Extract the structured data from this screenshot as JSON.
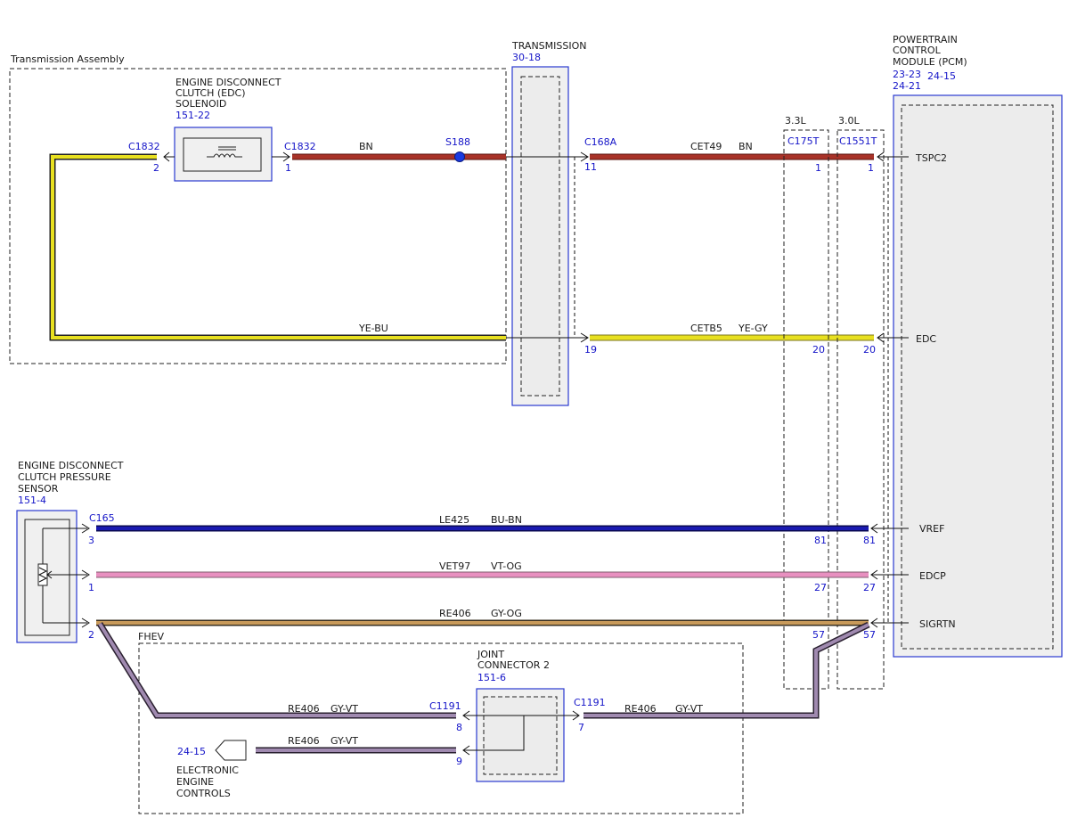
{
  "transmission_assembly": {
    "title": "Transmission Assembly"
  },
  "edc_solenoid": {
    "name_lines": [
      "ENGINE DISCONNECT",
      "CLUTCH (EDC)",
      "SOLENOID"
    ],
    "ref": "151-22",
    "connector_left": "C1832",
    "pin_left": "2",
    "connector_right": "C1832",
    "pin_right": "1"
  },
  "splice": {
    "label": "S188"
  },
  "transmission": {
    "name": "TRANSMISSION",
    "ref": "30-18"
  },
  "pcm": {
    "name_lines": [
      "POWERTRAIN",
      "CONTROL",
      "MODULE (PCM)"
    ],
    "refs": [
      "23-23",
      "24-21",
      "24-15"
    ],
    "pins": [
      "TSPC2",
      "EDC",
      "VREF",
      "EDCP",
      "SIGRTN"
    ]
  },
  "engine_variants": {
    "v33": {
      "label": "3.3L",
      "connector": "C175T"
    },
    "v30": {
      "label": "3.0L",
      "connector": "C1551T"
    }
  },
  "c168a": {
    "label": "C168A",
    "pin_top": "11",
    "pin_bottom": "19"
  },
  "wires": {
    "top_left_color": "BN",
    "top_circuit": "CET49",
    "top_color": "BN",
    "mid_left_color": "YE-BU",
    "mid_circuit": "CETB5",
    "mid_color": "YE-GY",
    "vref_circuit": "LE425",
    "vref_color": "BU-BN",
    "edcp_circuit": "VET97",
    "edcp_color": "VT-OG",
    "sig_circuit": "RE406",
    "sig_color": "GY-OG",
    "fhev_a_circuit": "RE406",
    "fhev_a_color": "GY-VT",
    "fhev_b_circuit": "RE406",
    "fhev_b_color": "GY-VT",
    "fhev_c_circuit": "RE406",
    "fhev_c_color": "GY-VT"
  },
  "pins": {
    "tspc_33": "1",
    "tspc_30": "1",
    "edc_33": "20",
    "edc_30": "20",
    "vref_33": "81",
    "vref_30": "81",
    "edcp_33": "27",
    "edcp_30": "27",
    "sig_33": "57",
    "sig_30": "57"
  },
  "sensor": {
    "name_lines": [
      "ENGINE DISCONNECT",
      "CLUTCH PRESSURE",
      "SENSOR"
    ],
    "ref": "151-4",
    "connector": "C165",
    "pins": [
      "3",
      "1",
      "2"
    ]
  },
  "fhev": {
    "label": "FHEV"
  },
  "joint_connector": {
    "name_lines": [
      "JOINT",
      "CONNECTOR 2"
    ],
    "ref": "151-6",
    "connector_left": "C1191",
    "connector_right": "C1191",
    "pin_8": "8",
    "pin_9": "9",
    "pin_7": "7"
  },
  "eec": {
    "ref": "24-15",
    "name_lines": [
      "ELECTRONIC",
      "ENGINE",
      "CONTROLS"
    ]
  },
  "colors": {
    "brown": "#a83228",
    "yellow": "#e8e020",
    "blue": "#1a1ab0",
    "pink": "#e890c0",
    "gray_orange": "#c89a5a",
    "gray_violet": "#a08ab0",
    "label_blue": "#1414c8"
  }
}
